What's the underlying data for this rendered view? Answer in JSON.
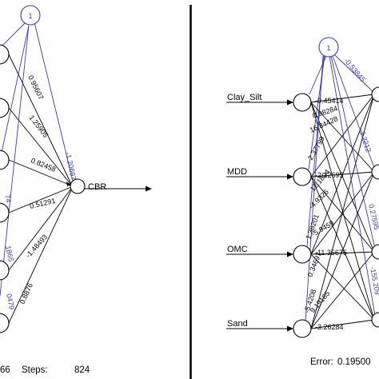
{
  "colors": {
    "edge": "#000000",
    "bias_edge": "#3b3bb3",
    "divider": "#000000"
  },
  "left_network": {
    "bias_label": "1",
    "weights": [
      "0.95607",
      "1.25905",
      "0.82458",
      "0.51291",
      "-1.48493",
      "0.8876"
    ],
    "partial_weights": [
      "74",
      "1865",
      "0479"
    ],
    "bias_weight": "-1.20697",
    "output_label": "CBR",
    "footer": {
      "error_fragment": "66",
      "steps_label": "Steps:",
      "steps_value": "824"
    }
  },
  "right_network": {
    "bias_label": "1",
    "inputs": [
      {
        "label": "Clay_Silt",
        "bias_weight": "-0.45414"
      },
      {
        "label": "MDD",
        "bias_weight": "-2.12695"
      },
      {
        "label": "OMC",
        "bias_weight": "-11.35675"
      },
      {
        "label": "Sand",
        "bias_weight": "-3.26284"
      }
    ],
    "cross_weights": [
      "0.98284",
      "16.84428",
      "2.37799",
      "12.1804",
      "-4.9326",
      "1.38201",
      "-5.9459",
      "0.34697",
      "-5.4208",
      "9.19185"
    ],
    "bias_edge_weights": [
      "-0.53845",
      "-3.2212",
      "0.27595",
      "-155.209"
    ],
    "footer": {
      "error_label": "Error:",
      "error_value": "0.19500"
    }
  }
}
